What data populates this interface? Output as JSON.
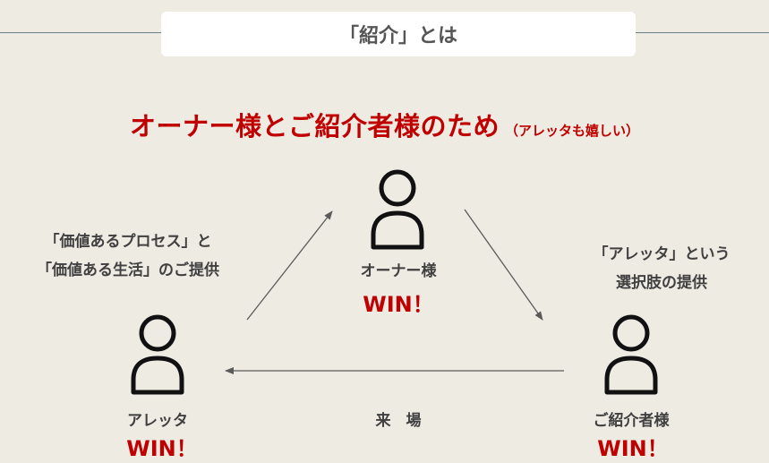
{
  "header": {
    "title": "「紹介」とは"
  },
  "headline": {
    "main": "オーナー様とご紹介者様のため",
    "sub": "（アレッタも嬉しい）"
  },
  "nodes": {
    "owner": {
      "label": "オーナー様",
      "win": "WIN！"
    },
    "aretta": {
      "label": "アレッタ",
      "win": "WIN！"
    },
    "introducer": {
      "label": "ご紹介者様",
      "win": "WIN！"
    }
  },
  "notes": {
    "left": {
      "line1": "「価値あるプロセス」と",
      "line2": "「価値ある生活」のご提供"
    },
    "right": {
      "line1": "「アレッタ」という",
      "line2": "選択肢の提供"
    },
    "bottom": "来　場"
  },
  "colors": {
    "accent": "#c00000",
    "text": "#404040",
    "background": "#eeebe2",
    "arrow": "#5a5a5a"
  }
}
